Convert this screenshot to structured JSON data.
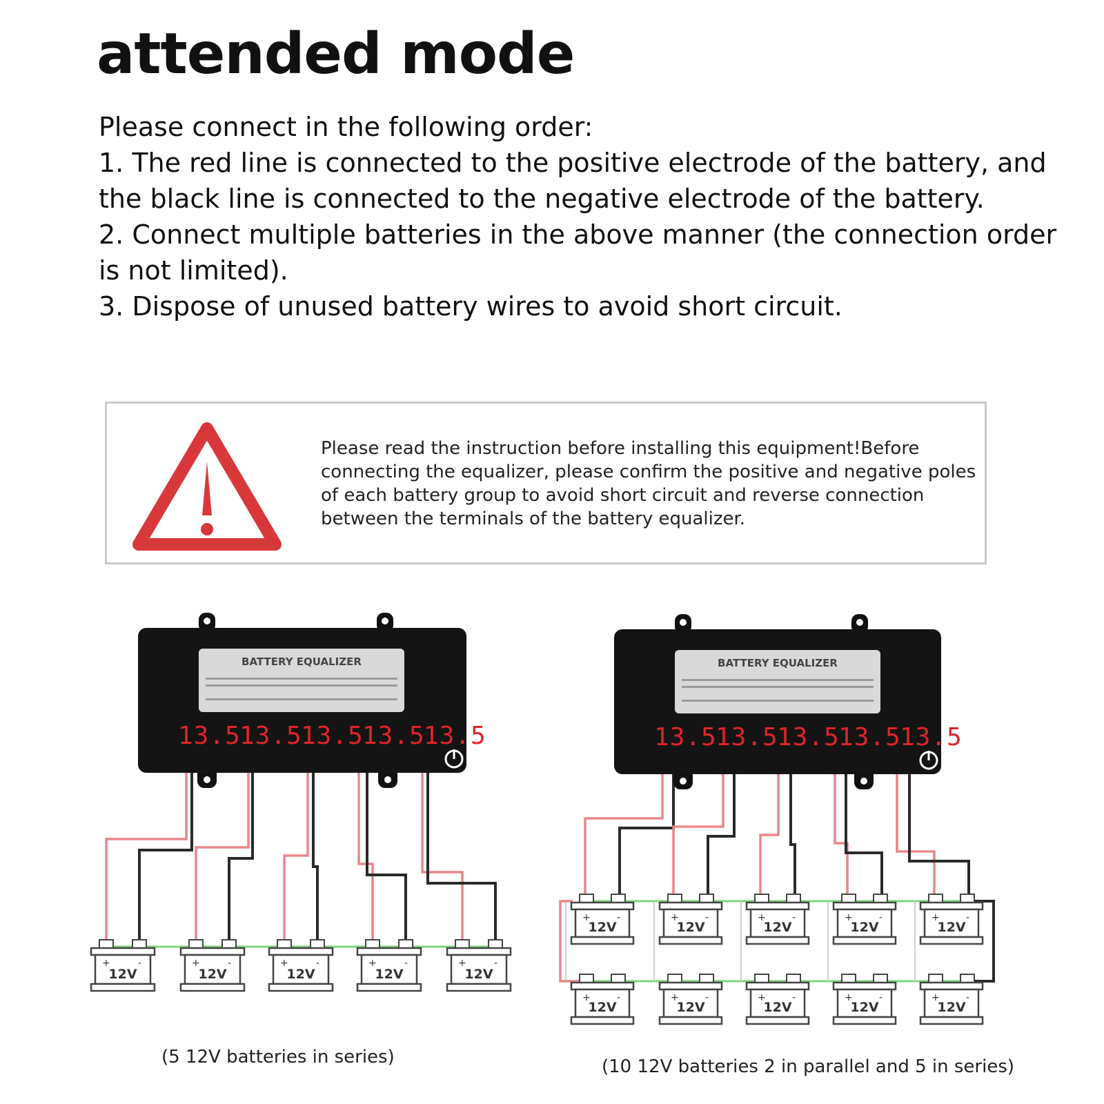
{
  "title": "attended mode",
  "instructions": {
    "intro": "Please connect in the following order:",
    "steps": [
      "1. The red line is connected to the positive electrode of the battery, and the black line is connected to the negative electrode of the battery.",
      "2. Connect multiple batteries in the above manner (the connection order is not limited).",
      "3. Dispose of unused battery wires to avoid short circuit."
    ]
  },
  "warning": {
    "text": "Please read the instruction before installing this equipment!Before connecting the equalizer, please confirm the positive and negative poles of each battery group to avoid short circuit and reverse connection between the terminals of the battery equalizer.",
    "icon": "warning-triangle-icon",
    "color": "#d9383a"
  },
  "device": {
    "label": "BATTERY EQUALIZER",
    "display_values": [
      "13.5",
      "13.5",
      "13.5",
      "13.5",
      "13.5"
    ],
    "display_color": "#e0242a",
    "power_icon": "power-icon"
  },
  "battery": {
    "label": "12V",
    "plus": "+",
    "minus": "-"
  },
  "colors": {
    "red_wire": "#e9878a",
    "black_wire": "#2a2a2a",
    "link_wire": "#7ed67a"
  },
  "captions": {
    "series": "(5 12V batteries in series)",
    "parallel_series": "(10 12V batteries 2 in parallel and 5 in series)"
  }
}
